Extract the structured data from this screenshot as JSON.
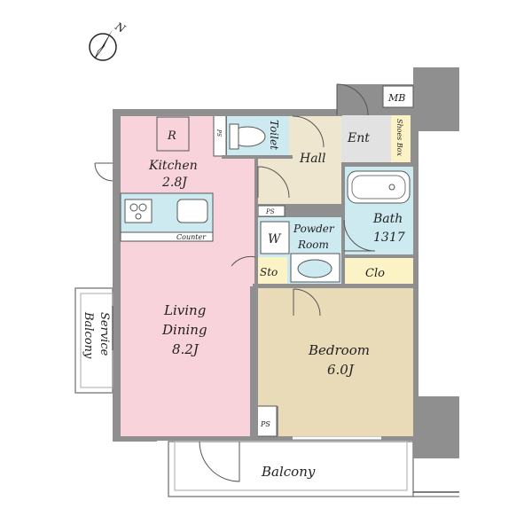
{
  "compass": {
    "label": "N"
  },
  "rooms": {
    "kitchen": {
      "name": "Kitchen",
      "size": "2.8J",
      "color": "#f9d3db"
    },
    "living": {
      "name_line1": "Living",
      "name_line2": "Dining",
      "size": "8.2J",
      "color": "#f9d3db"
    },
    "bedroom": {
      "name": "Bedroom",
      "size": "6.0J",
      "color": "#e9dbb8"
    },
    "bath": {
      "name": "Bath",
      "size": "1317",
      "color": "#cdeaf0"
    },
    "powder_room": {
      "name_line1": "Powder",
      "name_line2": "Room",
      "color": "#cdeaf0"
    },
    "toilet": {
      "name": "Toilet",
      "color": "#cdeaf0"
    },
    "hall": {
      "name": "Hall",
      "color": "#efe6cf"
    },
    "entrance": {
      "name": "Ent",
      "color": "#e2e2e2"
    },
    "balcony": {
      "name": "Balcony"
    },
    "service_balcony": {
      "name_line1": "Service",
      "name_line2": "Balcony"
    }
  },
  "fixtures": {
    "refrigerator": "R",
    "counter": "Counter",
    "washer": "W",
    "storage": "Sto",
    "closet": "Clo",
    "meter_box": "MB",
    "shoes_box": "Shoes Box",
    "pipe_space": "PS"
  },
  "colors": {
    "wall": "#8f8f8f",
    "storage_yellow": "#fbf3c6"
  }
}
